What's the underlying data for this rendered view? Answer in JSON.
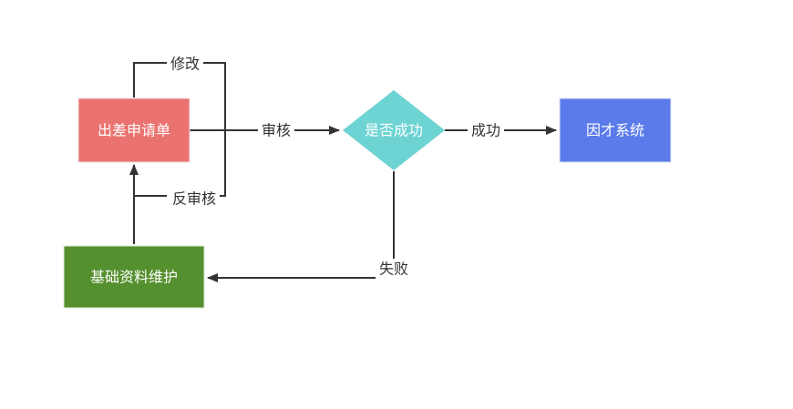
{
  "nodes": {
    "business_trip_form": {
      "label": "出差申请单",
      "color": "#ea7370"
    },
    "decision": {
      "label": "是否成功",
      "color": "#6ed3d3"
    },
    "yincai_system": {
      "label": "因才系统",
      "color": "#5b7bea"
    },
    "basic_data": {
      "label": "基础资料维护",
      "color": "#55902f"
    }
  },
  "edges": {
    "modify": {
      "label": "修改"
    },
    "review": {
      "label": "审核"
    },
    "unreview": {
      "label": "反审核"
    },
    "success": {
      "label": "成功"
    },
    "fail": {
      "label": "失败"
    }
  },
  "colors": {
    "line": "#333333"
  }
}
